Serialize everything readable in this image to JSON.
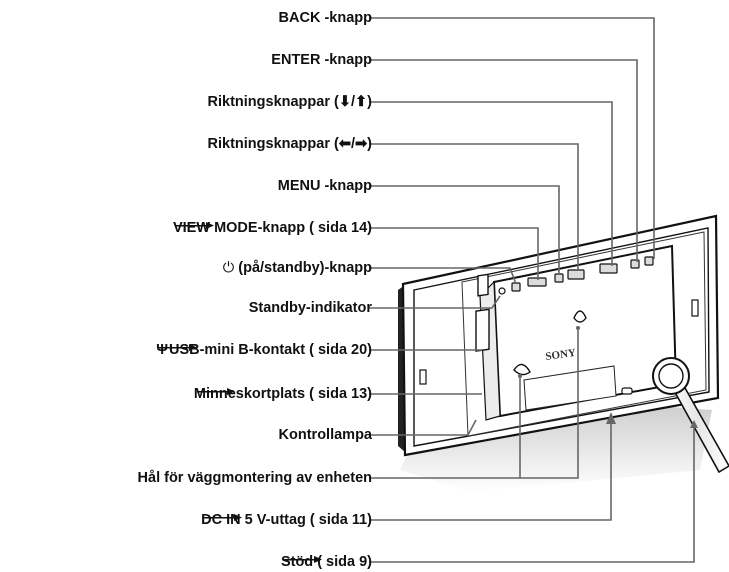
{
  "labels": [
    {
      "id": "back",
      "text": "BACK -knapp"
    },
    {
      "id": "enter",
      "text": "ENTER -knapp"
    },
    {
      "id": "dir-updown",
      "text": "Riktningsknappar (⬇/⬆)"
    },
    {
      "id": "dir-leftright",
      "text": "Riktningsknappar (⬅/➡)"
    },
    {
      "id": "menu",
      "text": "MENU -knapp"
    },
    {
      "id": "viewmode",
      "pre": "VIEW MODE-knapp (",
      "post": " sida 14)"
    },
    {
      "id": "power",
      "icon": "⏻",
      "text": " (på/standby)-knapp"
    },
    {
      "id": "standby",
      "text": "Standby-indikator"
    },
    {
      "id": "usb",
      "icon": "Ψ",
      "pre": "USB-mini B-kontakt (",
      "post": " sida 20)"
    },
    {
      "id": "memcard",
      "pre": "Minneskortplats (",
      "post": " sida 13)"
    },
    {
      "id": "lamp",
      "text": "Kontrollampa"
    },
    {
      "id": "wallmount",
      "text": "Hål för väggmontering av enheten"
    },
    {
      "id": "dcin",
      "pre": "DC IN 5 V-uttag (",
      "post": " sida 11)"
    },
    {
      "id": "stand",
      "pre": "Stöd (",
      "post": " sida 9)"
    }
  ],
  "device": {
    "logo": "SONY"
  }
}
